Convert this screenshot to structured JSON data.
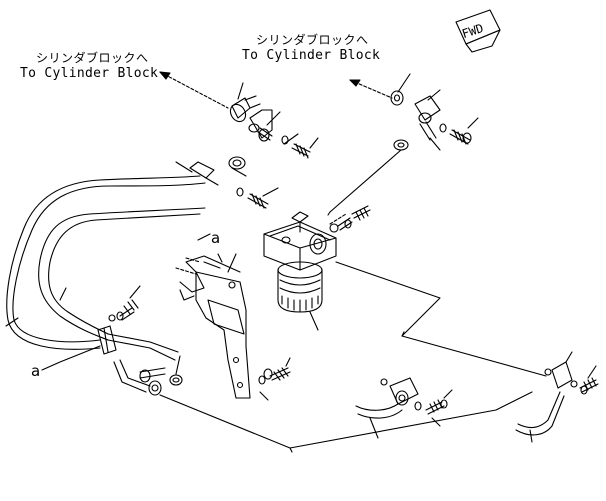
{
  "labels": {
    "left_jp": "シリンダブロックへ",
    "left_en": "To Cylinder Block",
    "right_jp": "シリンダブロックへ",
    "right_en": "To Cylinder Block",
    "fwd": "FWD",
    "ref_a": "a"
  },
  "colors": {
    "ink": "#000000",
    "paper": "#ffffff"
  }
}
